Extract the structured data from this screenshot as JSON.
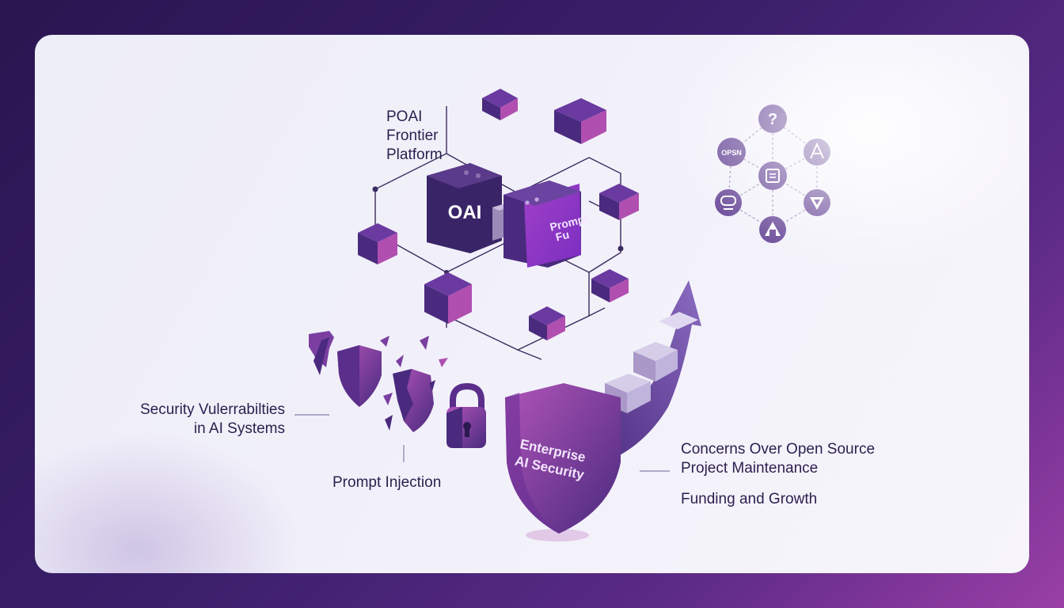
{
  "platform_label": {
    "line1": "POAI",
    "line2": "Frontier",
    "line3": "Platform"
  },
  "logos": {
    "oai": "OAI",
    "promptfu_line1": "Prompt",
    "promptfu_line2": "Fu"
  },
  "shield_text": {
    "line1": "Enterprise",
    "line2": "AI Security"
  },
  "labels": {
    "security_line1": "Security Vulerrabilties",
    "security_line2": "in AI Systems",
    "prompt_injection": "Prompt Injection",
    "concerns_line1": "Concerns Over Open Source",
    "concerns_line2": "Project Maintenance",
    "funding": "Funding and Growth"
  },
  "network": {
    "top_symbol": "?",
    "left_text": "OPSN",
    "nodes": [
      "question-icon",
      "opsn-badge",
      "agent-icon",
      "document-icon",
      "link-icon",
      "triangle-icon",
      "arrow-up-icon"
    ]
  },
  "colors": {
    "cube_dark": "#4a2a7e",
    "cube_mid": "#6a3aa0",
    "cube_accent": "#b04fb0",
    "text": "#2b1f4e",
    "node": "#6b4c9a"
  }
}
